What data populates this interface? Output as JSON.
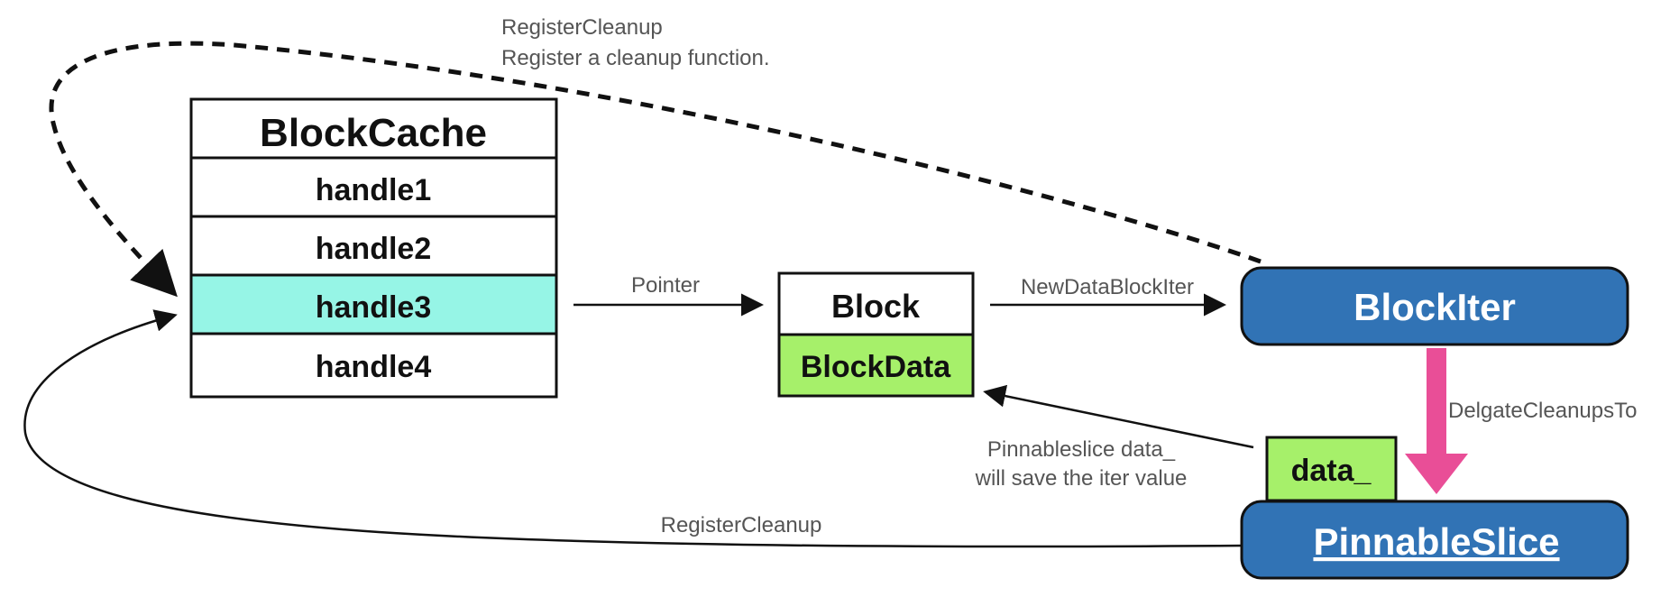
{
  "block_cache": {
    "title": "BlockCache",
    "handles": [
      "handle1",
      "handle2",
      "handle3",
      "handle4"
    ],
    "highlighted_handle": "handle3"
  },
  "block": {
    "title": "Block",
    "data": "BlockData"
  },
  "block_iter": {
    "title": "BlockIter"
  },
  "pinnable_slice": {
    "title": "PinnableSlice",
    "data_tag": "data_"
  },
  "edges": {
    "register_cleanup_top_line1": "RegisterCleanup",
    "register_cleanup_top_line2": "Register a cleanup function.",
    "pointer": "Pointer",
    "new_data_block_iter": "NewDataBlockIter",
    "delegate_cleanups_to": "DelgateCleanupsTo",
    "pinnable_note_line1": "Pinnableslice data_",
    "pinnable_note_line2": "will save the iter value",
    "register_cleanup_bottom": "RegisterCleanup"
  },
  "colors": {
    "highlight": "#96F5E6",
    "green": "#A6F06A",
    "blue": "#3173B5",
    "pink": "#E94E97"
  }
}
